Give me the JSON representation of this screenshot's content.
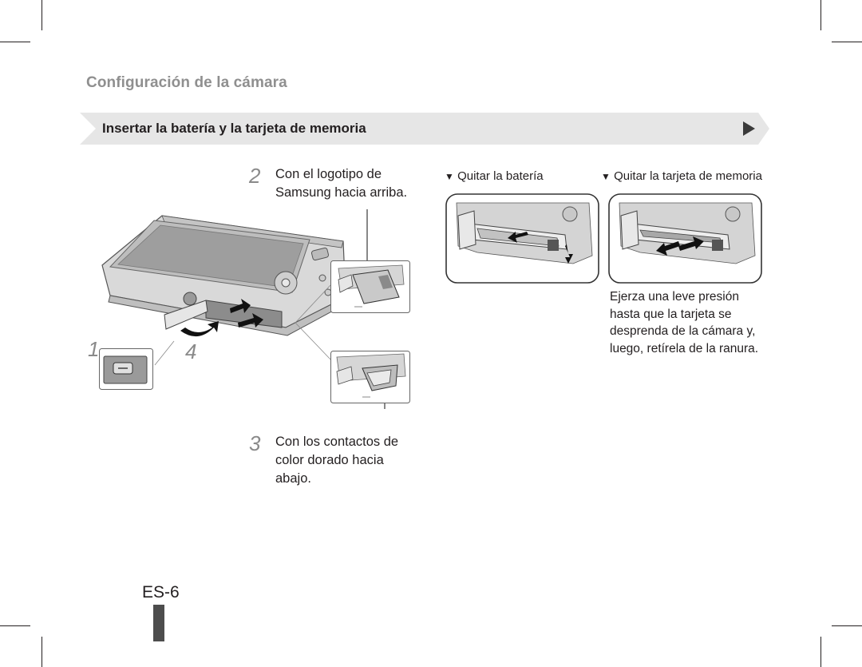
{
  "chapter_title": "Configuración de la cámara",
  "section_title": "Insertar la batería y la tarjeta de memoria",
  "steps": [
    {
      "number": "1",
      "text": ""
    },
    {
      "number": "2",
      "text_line1": "Con el logotipo de",
      "text_line2": "Samsung hacia arriba."
    },
    {
      "number": "3",
      "text_line1": "Con los contactos de",
      "text_line2": "color dorado hacia",
      "text_line3": "abajo."
    },
    {
      "number": "4",
      "text": ""
    }
  ],
  "remove_battery": {
    "marker": "▼",
    "label": "Quitar la batería"
  },
  "remove_card": {
    "marker": "▼",
    "label": "Quitar la tarjeta de memoria"
  },
  "note": {
    "line1": "Ejerza una leve presión",
    "line2": "hasta que la tarjeta se",
    "line3": "desprenda de la cámara y,",
    "line4": "luego, retírela de la ranura."
  },
  "page_number": "ES-6",
  "icons": [
    "next-page-arrow-icon",
    "camera-illustration",
    "battery-illustration",
    "memory-card-illustration",
    "insert-arrow-icon",
    "rotate-arrow-icon",
    "latch-icon"
  ],
  "colors": {
    "chapter": "#8f8f8f",
    "banner": "#e6e6e6",
    "text": "#231f20",
    "tab": "#4d4d4d"
  }
}
